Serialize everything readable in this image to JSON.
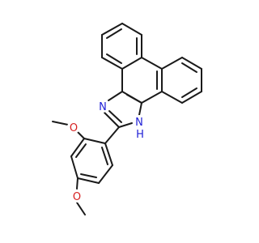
{
  "molecule": {
    "atoms": {
      "n_imine": "N",
      "n_amine": "N",
      "n_amine_h": "H",
      "o_methoxy_ortho": "O",
      "o_methoxy_para": "O"
    },
    "colors": {
      "bond": "#1a1a1a",
      "nitrogen": "#1f1fd6",
      "oxygen": "#d62020",
      "background": "#ffffff"
    }
  }
}
